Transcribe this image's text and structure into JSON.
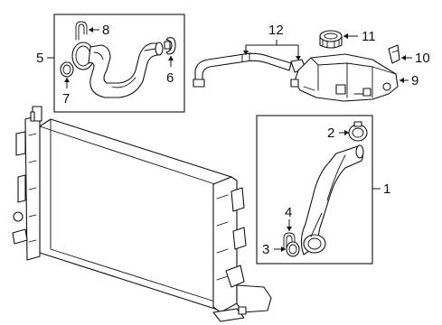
{
  "callouts": [
    {
      "id": "1",
      "text": "1"
    },
    {
      "id": "2",
      "text": "2"
    },
    {
      "id": "3",
      "text": "3"
    },
    {
      "id": "4",
      "text": "4"
    },
    {
      "id": "5",
      "text": "5"
    },
    {
      "id": "6",
      "text": "6"
    },
    {
      "id": "7",
      "text": "7"
    },
    {
      "id": "8",
      "text": "8"
    },
    {
      "id": "9",
      "text": "9"
    },
    {
      "id": "10",
      "text": "10"
    },
    {
      "id": "11",
      "text": "11"
    },
    {
      "id": "12",
      "text": "12"
    }
  ],
  "parts": [
    "radiator",
    "outlet-hose",
    "hose-clamp-2",
    "seal-3",
    "clip-4",
    "inlet-hose-assembly",
    "clamp-6",
    "seal-7",
    "clip-8",
    "surge-tank",
    "bracket-10",
    "pressure-cap",
    "overflow-hose"
  ]
}
